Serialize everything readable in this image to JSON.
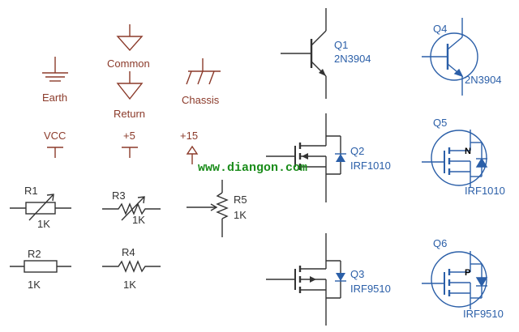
{
  "colors": {
    "ground_and_power": "#8b3a2a",
    "active_devices": "#2b5fa8",
    "wires": "#333333",
    "watermark": "#1a8c1a"
  },
  "ground_symbols": {
    "earth": "Earth",
    "common": "Common",
    "return": "Return",
    "chassis": "Chassis"
  },
  "supply_symbols": {
    "vcc": "VCC",
    "plus5": "+5",
    "plus15": "+15"
  },
  "resistors": {
    "r1": {
      "ref": "R1",
      "value": "1K"
    },
    "r2": {
      "ref": "R2",
      "value": "1K"
    },
    "r3": {
      "ref": "R3",
      "value": "1K"
    },
    "r4": {
      "ref": "R4",
      "value": "1K"
    },
    "r5": {
      "ref": "R5",
      "value": "1K"
    }
  },
  "transistors": {
    "q1": {
      "ref": "Q1",
      "part": "2N3904"
    },
    "q2": {
      "ref": "Q2",
      "part": "IRF1010"
    },
    "q3": {
      "ref": "Q3",
      "part": "IRF9510"
    },
    "q4": {
      "ref": "Q4",
      "part": "2N3904"
    },
    "q5": {
      "ref": "Q5",
      "part": "IRF1010",
      "channel": "N"
    },
    "q6": {
      "ref": "Q6",
      "part": "IRF9510",
      "channel": "P"
    }
  },
  "watermark": "www.diangon.com"
}
